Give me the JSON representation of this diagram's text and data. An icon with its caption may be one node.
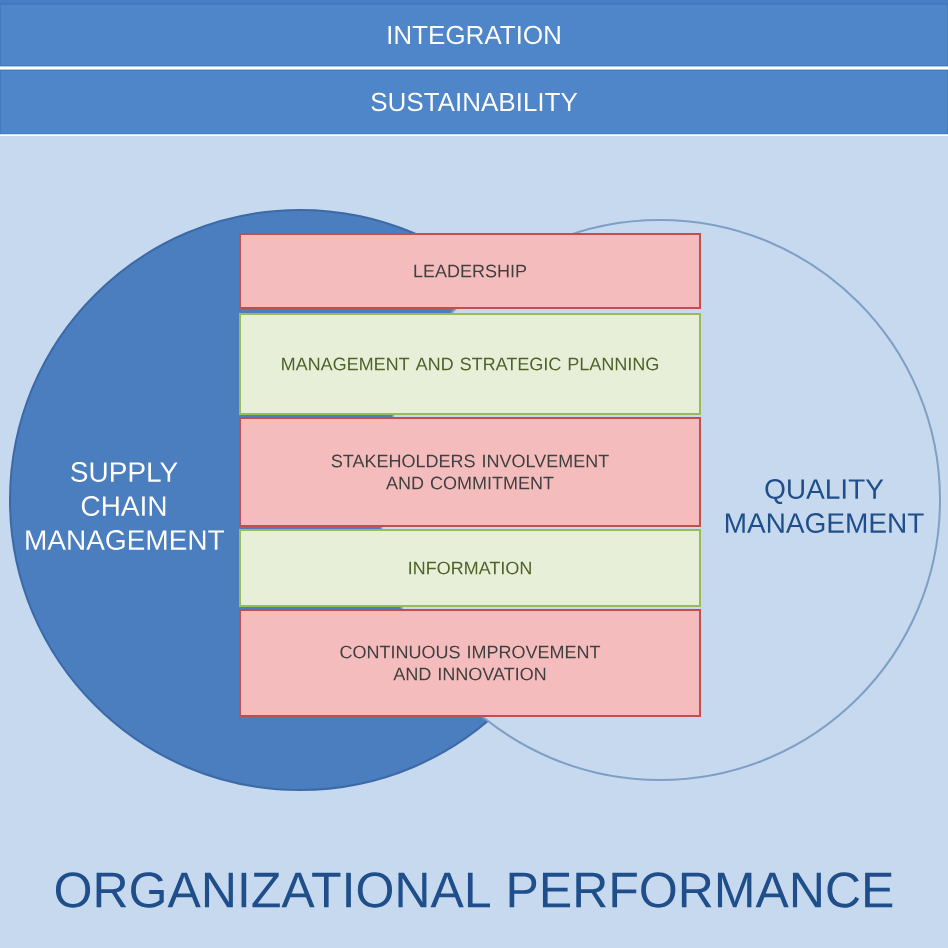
{
  "diagram": {
    "nodes": [
      {
        "text": [
          "INTEGRATION"
        ]
      },
      {
        "text": [
          "SUSTAINABILITY"
        ]
      },
      {
        "text": [
          "ORGANIZATIONAL PERFORMANCE"
        ]
      },
      {
        "text": [
          "SUPPLY CHAIN MANAGEMENT"
        ],
        "in": 2
      },
      {
        "text": [
          "QUALITY MANAGEMENT"
        ],
        "in": 2
      },
      {
        "text": [
          "LEADERSHIP"
        ],
        "in": 2
      },
      {
        "text": [
          "MANAGEMENT AND STRATEGIC PLANNING"
        ],
        "in": 2
      },
      {
        "text": [
          "STAKEHOLDERS INVOLVEMENT AND COMMITMENT"
        ],
        "in": 2
      },
      {
        "text": [
          "INFORMATION"
        ],
        "in": 2
      },
      {
        "text": [
          "CONTINUOUS IMPROVEMENT AND INNOVATION"
        ],
        "in": 2
      }
    ]
  }
}
